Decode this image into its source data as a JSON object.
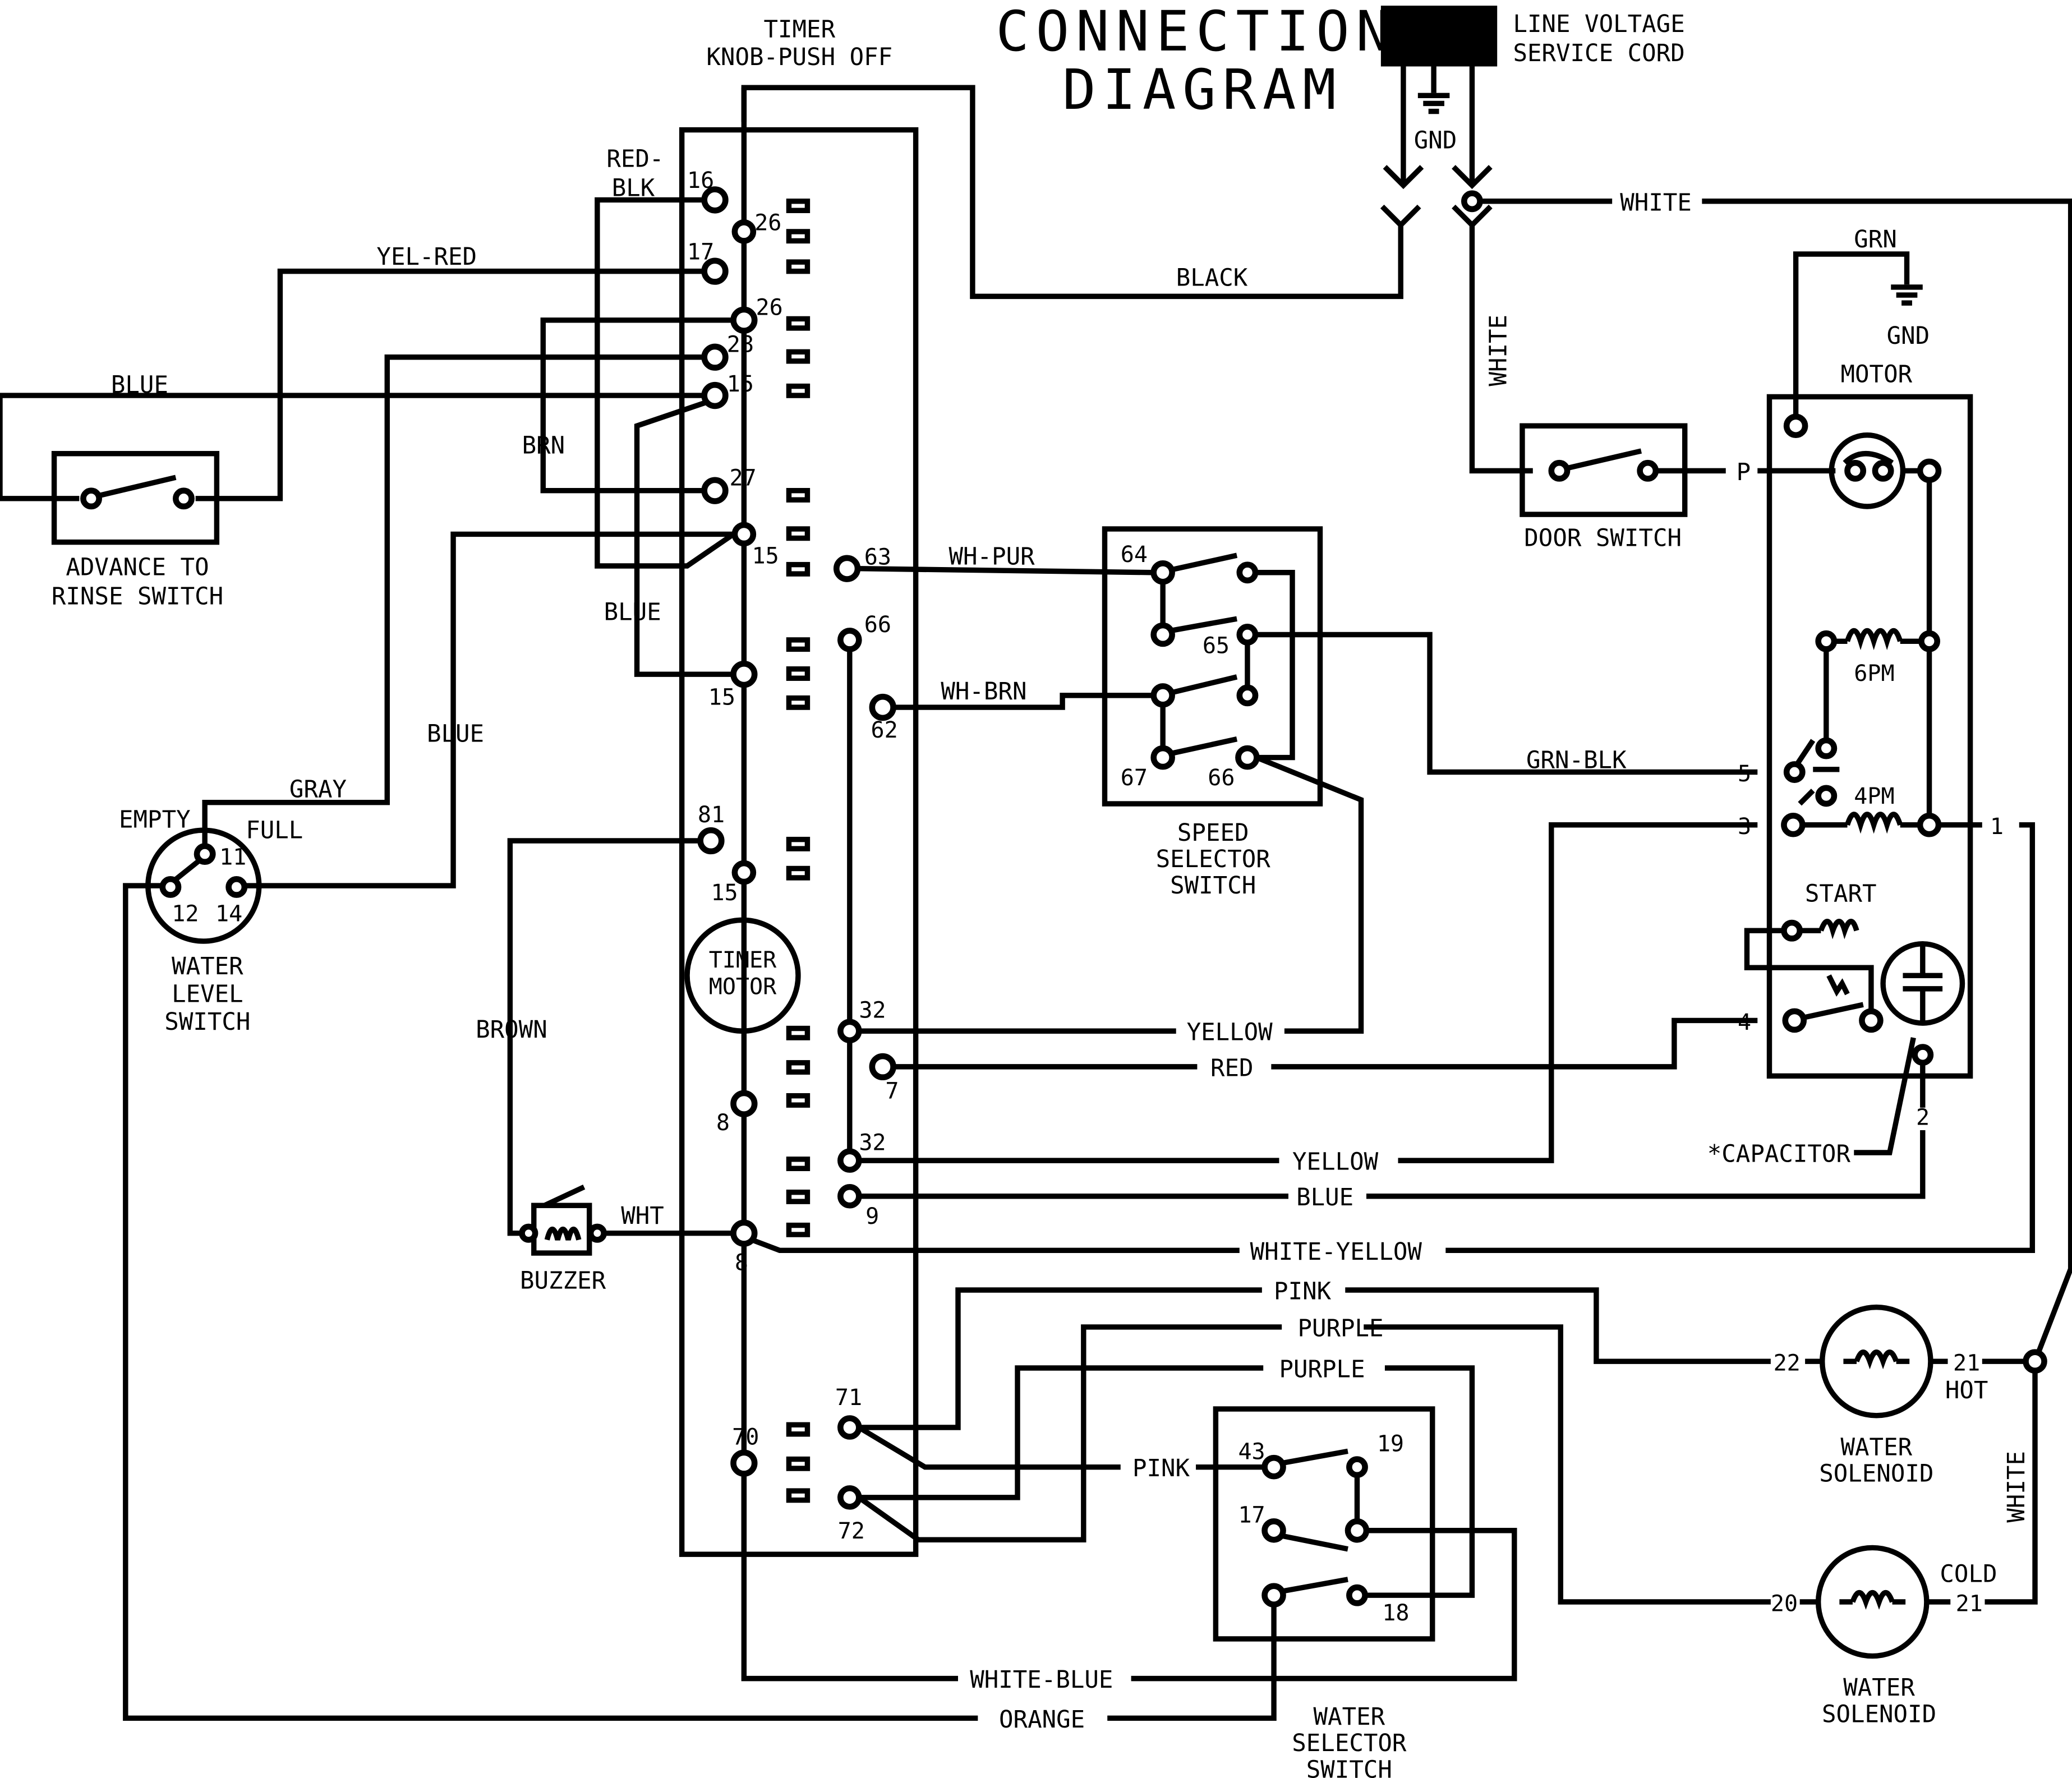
{
  "diagram": {
    "title_line1": "CONNECTION",
    "title_line2": "DIAGRAM",
    "line_cord_1": "LINE VOLTAGE",
    "line_cord_2": "SERVICE CORD",
    "gnd_top": "GND",
    "timer_1": "TIMER",
    "timer_2": "KNOB-PUSH OFF",
    "timer_motor_1": "TIMER",
    "timer_motor_2": "MOTOR",
    "advance_1": "ADVANCE TO",
    "advance_2": "RINSE SWITCH",
    "water_level_1": "WATER",
    "water_level_2": "LEVEL",
    "water_level_3": "SWITCH",
    "empty": "EMPTY",
    "full": "FULL",
    "buzzer": "BUZZER",
    "door_switch": "DOOR SWITCH",
    "speed_1": "SPEED",
    "speed_2": "SELECTOR",
    "speed_3": "SWITCH",
    "motor": "MOTOR",
    "grn": "GRN",
    "gnd_motor": "GND",
    "coil_6pm": "6PM",
    "coil_4pm": "4PM",
    "start": "START",
    "capacitor": "*CAPACITOR",
    "hot": "HOT",
    "cold": "COLD",
    "hot_solenoid_1": "WATER",
    "hot_solenoid_2": "SOLENOID",
    "cold_solenoid_1": "WATER",
    "cold_solenoid_2": "SOLENOID",
    "water_sel_1": "WATER",
    "water_sel_2": "SELECTOR",
    "water_sel_3": "SWITCH"
  },
  "wires": {
    "red_blk_1": "RED-",
    "red_blk_2": "BLK",
    "yel_red": "YEL-RED",
    "blue_adv": "BLUE",
    "brn": "BRN",
    "blue_mid": "BLUE",
    "blue_left": "BLUE",
    "gray": "GRAY",
    "brown": "BROWN",
    "wht": "WHT",
    "black": "BLACK",
    "white_top": "WHITE",
    "white_vertical": "WHITE",
    "white_right": "WHITE",
    "wh_pur": "WH-PUR",
    "wh_brn": "WH-BRN",
    "grn_blk": "GRN-BLK",
    "yellow_1": "YELLOW",
    "red": "RED",
    "yellow_2": "YELLOW",
    "blue_bottom": "BLUE",
    "white_yellow": "WHITE-YELLOW",
    "pink_1": "PINK",
    "purple_1": "PURPLE",
    "purple_2": "PURPLE",
    "pink_2": "PINK",
    "white_blue": "WHITE-BLUE",
    "orange": "ORANGE"
  },
  "terminals": {
    "t16": "16",
    "t26a": "26",
    "t17": "17",
    "t26b": "26",
    "t28": "28",
    "t15a": "15",
    "t27": "27",
    "t15b": "15",
    "t63": "63",
    "t66": "66",
    "t15c": "15",
    "t62": "62",
    "t81": "81",
    "t15d": "15",
    "t32a": "32",
    "t7": "7",
    "t8a": "8",
    "t32b": "32",
    "t9": "9",
    "t8b": "8",
    "t71": "71",
    "t70": "70",
    "t72": "72",
    "s64": "64",
    "s65": "65",
    "s67": "67",
    "s66": "66",
    "w43": "43",
    "w19": "19",
    "w17": "17",
    "w18": "18",
    "wl11": "11",
    "wl12": "12",
    "wl14": "14",
    "m_p": "P",
    "m5": "5",
    "m3": "3",
    "m1": "1",
    "m4": "4",
    "m2": "2",
    "sol22": "22",
    "sol21h": "21",
    "sol20": "20",
    "sol21c": "21"
  }
}
